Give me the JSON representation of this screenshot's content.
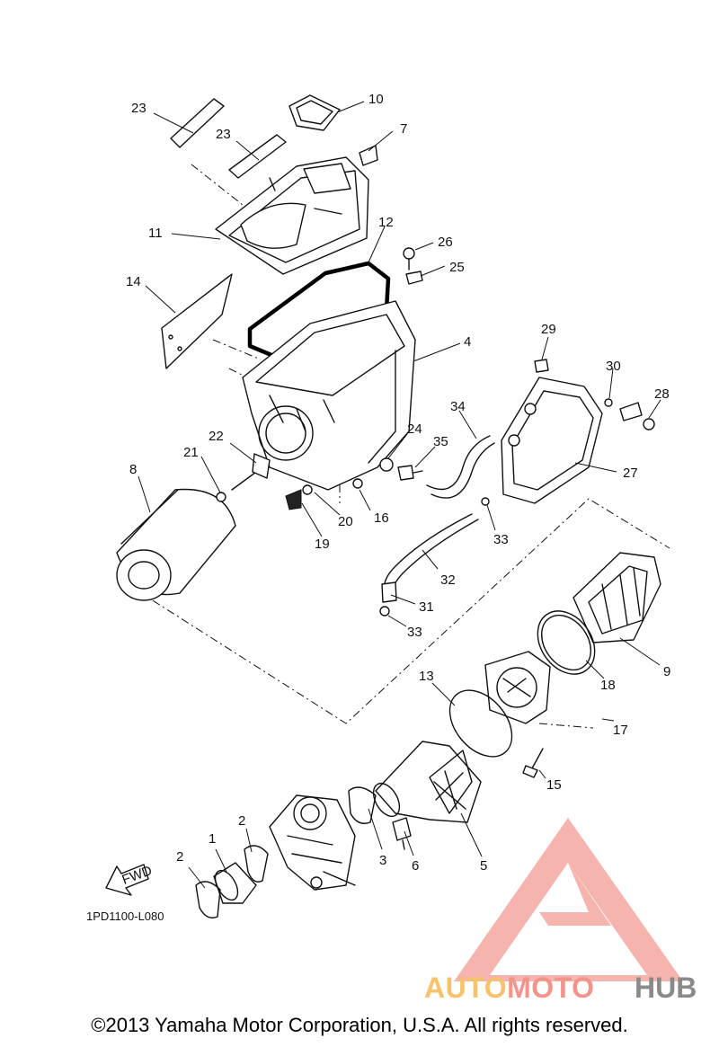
{
  "diagram": {
    "callouts": [
      "1",
      "2",
      "2",
      "3",
      "4",
      "5",
      "6",
      "7",
      "8",
      "9",
      "10",
      "11",
      "12",
      "13",
      "14",
      "15",
      "16",
      "17",
      "18",
      "19",
      "20",
      "21",
      "22",
      "23",
      "23",
      "24",
      "25",
      "26",
      "27",
      "28",
      "29",
      "30",
      "31",
      "32",
      "33",
      "33",
      "34",
      "35"
    ],
    "fwd_label": "FWD",
    "drawing_code": "1PD1100-L080",
    "copyright": "©2013 Yamaha Motor Corporation, U.S.A. All rights reserved."
  },
  "watermark": {
    "part1": "AUTO",
    "part2": "MOTO",
    "part3": "HUB",
    "colors": {
      "auto": "#f6c26b",
      "moto": "#f2948c",
      "hub": "#8a8a8a",
      "logo": "#f5a8a2"
    }
  }
}
